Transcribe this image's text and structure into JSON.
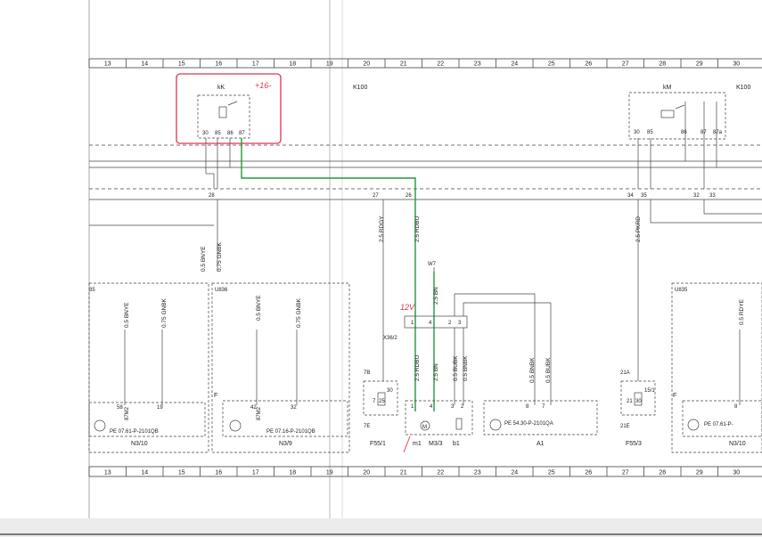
{
  "ruler": {
    "numbers": [
      "13",
      "14",
      "15",
      "16",
      "17",
      "18",
      "19",
      "20",
      "21",
      "22",
      "23",
      "24",
      "25",
      "26",
      "27",
      "28",
      "29",
      "30"
    ]
  },
  "relays": {
    "left": {
      "name": "kK",
      "pins": [
        "30",
        "85",
        "86",
        "87"
      ]
    },
    "right": {
      "name": "kM",
      "pins": [
        "30",
        "85",
        "86",
        "87",
        "87a"
      ]
    },
    "k100_top_left": "K100",
    "k100_top_right": "K100"
  },
  "annotations": {
    "red_note": "+16-",
    "red_12v": "12V"
  },
  "nodes": {
    "n28_left": "28",
    "n27": "27",
    "n26": "26",
    "n34": "34",
    "n35": "35",
    "n32": "32",
    "n33": "33",
    "w7": "W7"
  },
  "wires": {
    "w_bnye_top": "0.5 BNYE",
    "w_gnbk_top": "0.75 GNBK",
    "w_rdgy": "2.5 RDGY",
    "w_rdbu_top": "2.5 RDBU",
    "w_pkrd": "2.5 PKRD",
    "w_bn_top": "2.5 BN",
    "w_bnye_l1": "0.5 BNYE",
    "w_gnbk_l1": "0.75 GNBK",
    "w_bnye_l2": "0.5 BNYE",
    "w_gnbk_l2": "0.75 GNBK",
    "w_rdbu_low": "2.5 RDBU",
    "w_bn_low": "2.5 BN",
    "w_bubk": "0.5 BUBK",
    "w_bnbk": "0.5 BNBK",
    "w_bnbk_a1": "0.5 BNBK",
    "w_bubk_a1": "0.5 BUBK",
    "w_rdye_right": "0.5 RDYE"
  },
  "boxes": {
    "u836": "U836",
    "u835": "U835",
    "left_cut": "35",
    "f_left": "F",
    "f_right": "F"
  },
  "connector": {
    "name": "X36/2",
    "pins": [
      "1",
      "4",
      "2",
      "3"
    ]
  },
  "components": [
    {
      "pins": [
        "58",
        "19"
      ],
      "ref": "PE 07.61-P-2101QB",
      "name": "N3/10",
      "pin_label": "87M2"
    },
    {
      "pins": [
        "42",
        "32"
      ],
      "ref": "PE 07.16-P-2101QB",
      "name": "N3/9",
      "pin_label": "87M2"
    },
    {
      "pins": [
        "8",
        "7"
      ],
      "ref": "PE 54.30-P-2101QA",
      "name": "A1"
    },
    {
      "pins": [
        "8"
      ],
      "ref": "PE 07.61-P-",
      "name": "N3/10"
    }
  ],
  "fuses": {
    "f55_1": {
      "name": "F55/1",
      "top": "7B",
      "bottom": "7E",
      "value": "25",
      "pin_a": "7",
      "pin_b": "30"
    },
    "f55_3": {
      "name": "F55/3",
      "top": "21A",
      "bottom": "21E",
      "value": "30",
      "pin_a": "21",
      "pin_b": "15/1"
    }
  },
  "motor": {
    "pins": [
      "1",
      "4",
      "3",
      "2"
    ],
    "m1": "m1",
    "m33": "M3/3",
    "b1": "b1",
    "symbol": "M"
  },
  "colors": {
    "ink": "#333333",
    "green_trace": "#1f9a3a",
    "red_annotation": "#e0344e"
  }
}
